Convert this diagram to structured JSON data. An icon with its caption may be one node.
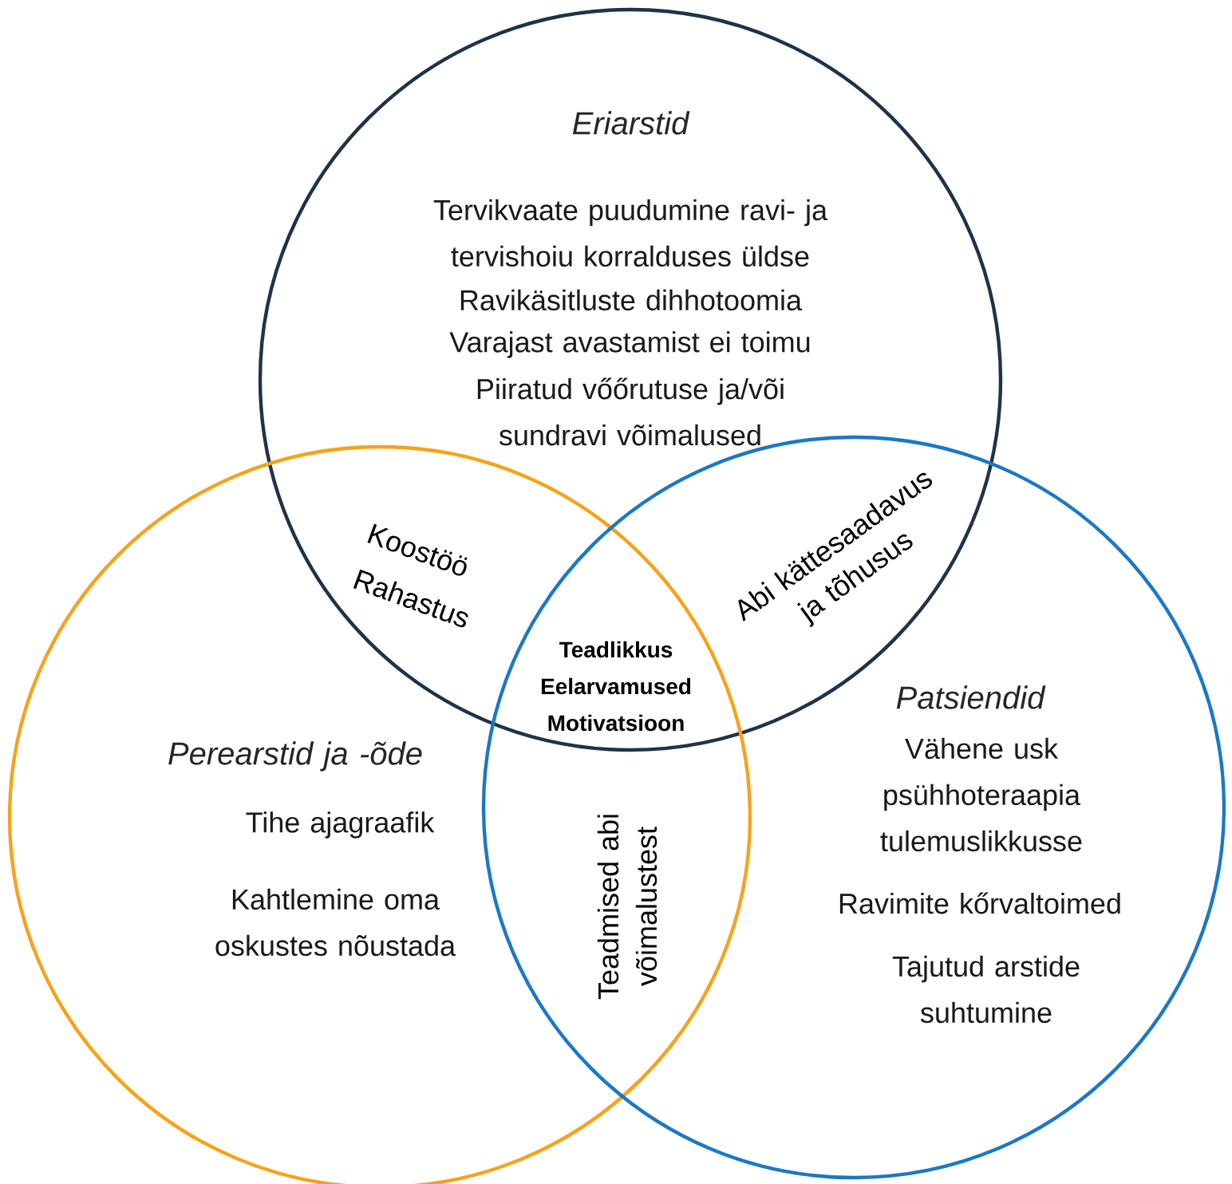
{
  "diagram": {
    "nodes": [
      {
        "text": [
          "Eriarstid",
          "Tervikvaate puudumine ravi- ja tervishoiu korralduses üldse",
          "Ravikäsitluste dihhotoomia",
          "Varajast avastamist ei toimu",
          "Piiratud vőőrutuse ja/või sundravi võimalused"
        ]
      },
      {
        "text": [
          "Perearstid ja -õde",
          "Tihe ajagraafik",
          "Kahtlemine oma oskustes nõustada"
        ]
      },
      {
        "text": [
          "Patsiendid",
          "Vähene usk psühhoteraapia tulemuslikkusse",
          "Ravimite kőrvaltoimed",
          "Tajutud arstide suhtumine"
        ]
      }
    ],
    "edges": [],
    "labels": [
      "Koostöö",
      "Rahastus",
      "Abi kättesaadavus ja tõhusus",
      "Teadlikkus",
      "Eelarvamused",
      "Motivatsioon",
      "Teadmised abi võimalustest"
    ]
  }
}
